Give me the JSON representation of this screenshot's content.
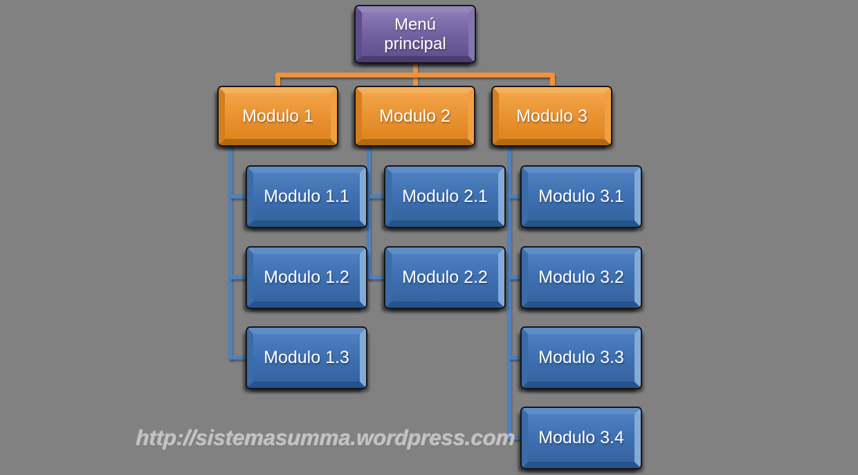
{
  "background_color": "#818181",
  "palette": {
    "root_fill": "#71609F",
    "module_fill": "#E8912F",
    "child_fill": "#3D6EB0",
    "orange_connector": "#F0923B",
    "blue_connector": "#4F81BD",
    "text_color": "#FFFFFF"
  },
  "tree": {
    "root": {
      "label": "Menú principal"
    },
    "modules": [
      {
        "label": "Modulo 1",
        "children": [
          "Modulo 1.1",
          "Modulo 1.2",
          "Modulo 1.3"
        ]
      },
      {
        "label": "Modulo 2",
        "children": [
          "Modulo 2.1",
          "Modulo 2.2"
        ]
      },
      {
        "label": "Modulo 3",
        "children": [
          "Modulo 3.1",
          "Modulo 3.2",
          "Modulo 3.3",
          "Modulo 3.4"
        ]
      }
    ]
  },
  "watermark": "http://sistemasumma.wordpress.com"
}
